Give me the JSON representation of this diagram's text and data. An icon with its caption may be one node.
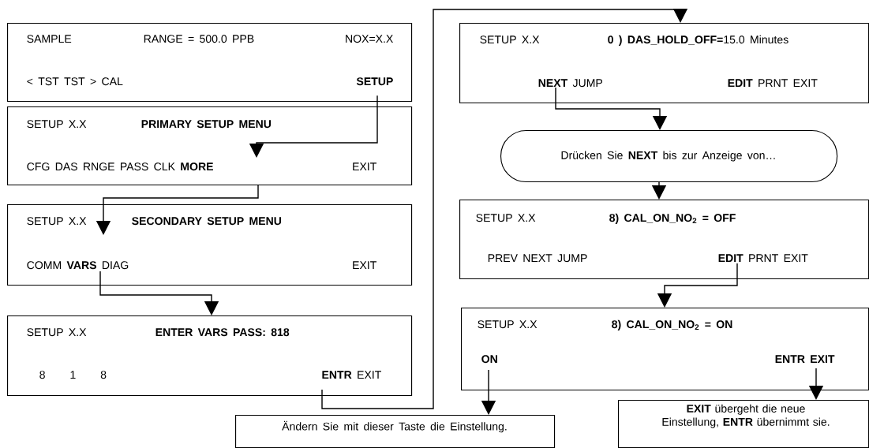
{
  "diagram": {
    "nodes": [
      {
        "text": [
          "SAMPLE",
          "RANGE = 500.0 PPB",
          "NOX=X.X",
          "< TST TST > CAL",
          "SETUP"
        ]
      },
      {
        "text": [
          "SETUP X.X",
          "PRIMARY SETUP MENU",
          "CFG DAS RNGE PASS CLK **MORE**",
          "EXIT"
        ]
      },
      {
        "text": [
          "SETUP X.X",
          "SECONDARY SETUP MENU",
          "COMM **VARS** DIAG",
          "EXIT"
        ]
      },
      {
        "text": [
          "SETUP X.X",
          "ENTER VARS PASS: 818",
          "8 1 8",
          "**ENTR** EXIT"
        ]
      },
      {
        "text": [
          "Ändern Sie mit dieser Taste die Einstellung."
        ]
      },
      {
        "text": [
          "SETUP X.X",
          "**0 )  DAS_HOLD_OFF=**15.0 Minutes",
          "**NEXT** JUMP",
          "**EDIT** PRNT EXIT"
        ]
      },
      {
        "text": [
          "Drücken Sie **NEXT** bis zur Anzeige von…"
        ]
      },
      {
        "text": [
          "SETUP X.X",
          "8) CAL_ON_NO$_{2}$ = OFF",
          "PREV NEXT JUMP",
          "**EDIT** PRNT EXIT"
        ]
      },
      {
        "text": [
          "SETUP X.X",
          "8) CAL_ON_NO$_{2}$ = ON",
          "ON",
          "ENTR EXIT"
        ]
      },
      {
        "text": [
          "**EXIT** übergeht die neue Einstellung, **ENTR** übernimmt sie."
        ]
      }
    ],
    "edges": [
      {
        "from": 0,
        "to": 1,
        "arrow": "to"
      },
      {
        "from": 1,
        "to": 2,
        "arrow": "to"
      },
      {
        "from": 2,
        "to": 3,
        "arrow": "to"
      },
      {
        "from": 3,
        "to": 5,
        "arrow": "to"
      },
      {
        "from": 5,
        "to": 6,
        "arrow": "to"
      },
      {
        "from": 6,
        "to": 7,
        "arrow": "to"
      },
      {
        "from": 7,
        "to": 8,
        "arrow": "to"
      },
      {
        "from": 8,
        "to": 4,
        "arrow": "to"
      },
      {
        "from": 8,
        "to": 9,
        "arrow": "to"
      }
    ]
  }
}
